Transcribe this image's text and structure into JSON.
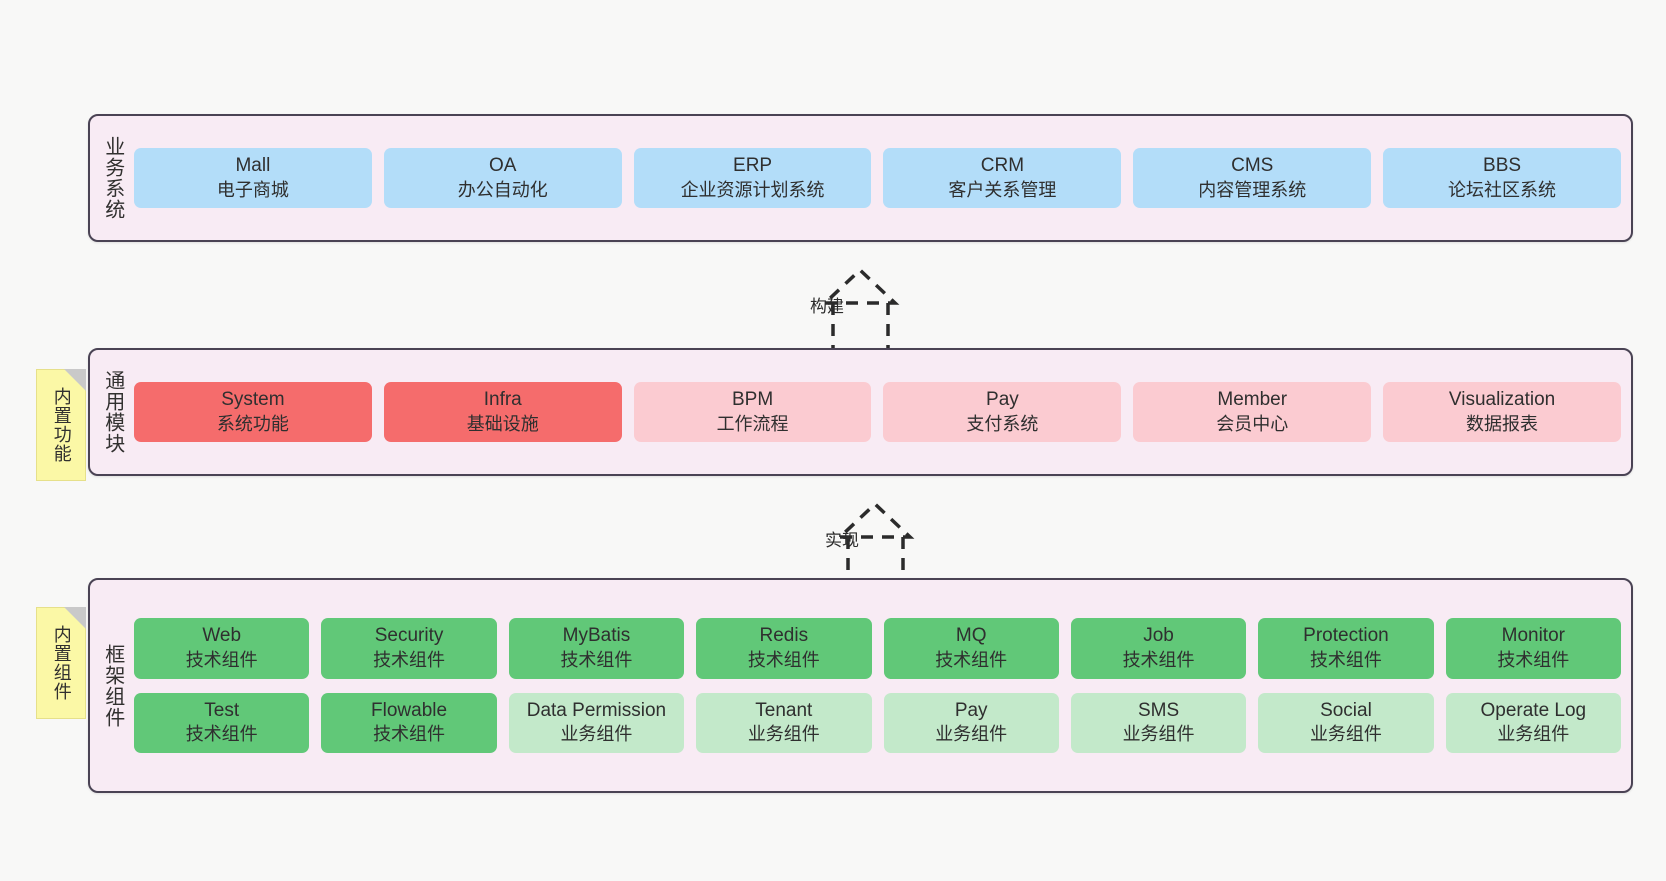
{
  "layers": [
    {
      "id": "business",
      "title": "业务系统",
      "note": null,
      "rows": [
        {
          "color": "blue",
          "cards": [
            {
              "title": "Mall",
              "sub": "电子商城"
            },
            {
              "title": "OA",
              "sub": "办公自动化"
            },
            {
              "title": "ERP",
              "sub": "企业资源计划系统"
            },
            {
              "title": "CRM",
              "sub": "客户关系管理"
            },
            {
              "title": "CMS",
              "sub": "内容管理系统"
            },
            {
              "title": "BBS",
              "sub": "论坛社区系统"
            }
          ]
        }
      ]
    },
    {
      "id": "common-module",
      "title": "通用模块",
      "note": "内置功能",
      "rows": [
        {
          "color": "mixed",
          "cards": [
            {
              "title": "System",
              "sub": "系统功能",
              "color": "red"
            },
            {
              "title": "Infra",
              "sub": "基础设施",
              "color": "red"
            },
            {
              "title": "BPM",
              "sub": "工作流程",
              "color": "pink"
            },
            {
              "title": "Pay",
              "sub": "支付系统",
              "color": "pink"
            },
            {
              "title": "Member",
              "sub": "会员中心",
              "color": "pink"
            },
            {
              "title": "Visualization",
              "sub": "数据报表",
              "color": "pink"
            }
          ]
        }
      ]
    },
    {
      "id": "framework-component",
      "title": "框架组件",
      "note": "内置组件",
      "rows": [
        {
          "color": "mixed",
          "cards": [
            {
              "title": "Web",
              "sub": "技术组件",
              "color": "green"
            },
            {
              "title": "Security",
              "sub": "技术组件",
              "color": "green"
            },
            {
              "title": "MyBatis",
              "sub": "技术组件",
              "color": "green"
            },
            {
              "title": "Redis",
              "sub": "技术组件",
              "color": "green"
            },
            {
              "title": "MQ",
              "sub": "技术组件",
              "color": "green"
            },
            {
              "title": "Job",
              "sub": "技术组件",
              "color": "green"
            },
            {
              "title": "Protection",
              "sub": "技术组件",
              "color": "green"
            },
            {
              "title": "Monitor",
              "sub": "技术组件",
              "color": "green"
            }
          ]
        },
        {
          "color": "mixed",
          "cards": [
            {
              "title": "Test",
              "sub": "技术组件",
              "color": "green"
            },
            {
              "title": "Flowable",
              "sub": "技术组件",
              "color": "green"
            },
            {
              "title": "Data Permission",
              "sub": "业务组件",
              "color": "lightgreen"
            },
            {
              "title": "Tenant",
              "sub": "业务组件",
              "color": "lightgreen"
            },
            {
              "title": "Pay",
              "sub": "业务组件",
              "color": "lightgreen"
            },
            {
              "title": "SMS",
              "sub": "业务组件",
              "color": "lightgreen"
            },
            {
              "title": "Social",
              "sub": "业务组件",
              "color": "lightgreen"
            },
            {
              "title": "Operate Log",
              "sub": "业务组件",
              "color": "lightgreen"
            }
          ]
        }
      ]
    }
  ],
  "connectors": [
    {
      "id": "build",
      "label": "构建"
    },
    {
      "id": "implement",
      "label": "实现"
    }
  ],
  "colors": {
    "blue": "#b3ddf9",
    "red": "#f56c6c",
    "pink": "#fbcbd1",
    "green": "#61c878",
    "lightgreen": "#c3e9ca",
    "layer_bg": "#f8ebf4",
    "layer_border": "#4a4354",
    "note_bg": "#fbf8a6",
    "canvas_bg": "#f8f8f7"
  }
}
